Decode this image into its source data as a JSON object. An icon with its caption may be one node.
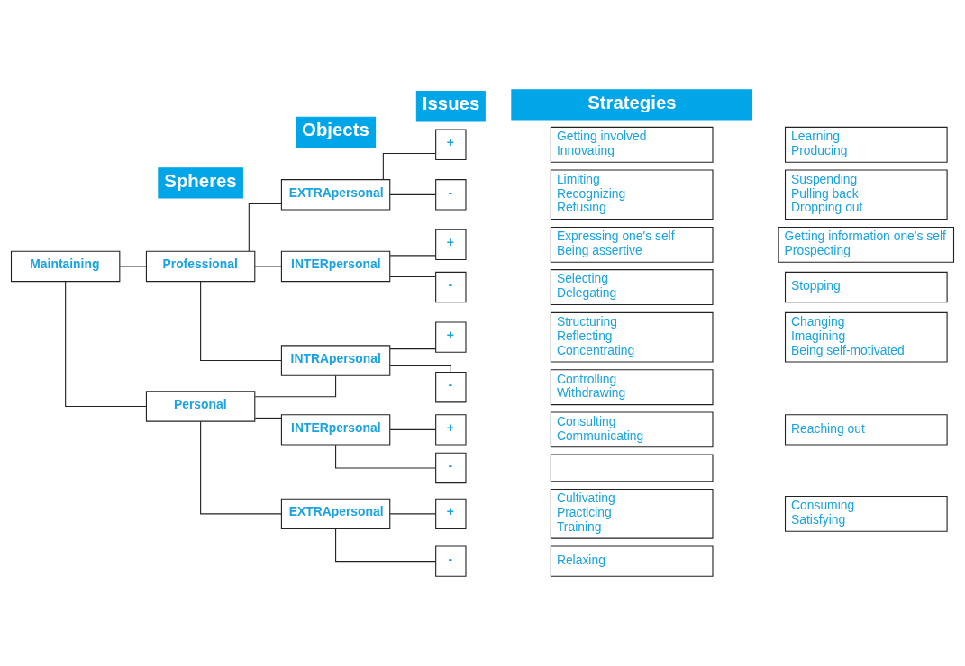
{
  "diagram": {
    "nodes": [
      {
        "text": [
          "Spheres"
        ]
      },
      {
        "text": [
          "Objects"
        ]
      },
      {
        "text": [
          "Issues"
        ]
      },
      {
        "text": [
          "Strategies"
        ]
      },
      {
        "text": [
          "Maintaining"
        ]
      },
      {
        "text": [
          "Professional"
        ]
      },
      {
        "text": [
          "Personal"
        ]
      },
      {
        "text": [
          "EXTRApersonal"
        ]
      },
      {
        "text": [
          "INTERpersonal"
        ]
      },
      {
        "text": [
          "INTRApersonal"
        ]
      },
      {
        "text": [
          "INTERpersonal"
        ]
      },
      {
        "text": [
          "EXTRApersonal"
        ]
      },
      {
        "text": [
          "+"
        ]
      },
      {
        "text": [
          "-"
        ]
      },
      {
        "text": [
          "+"
        ]
      },
      {
        "text": [
          "-"
        ]
      },
      {
        "text": [
          "+"
        ]
      },
      {
        "text": [
          "-"
        ]
      },
      {
        "text": [
          "+"
        ]
      },
      {
        "text": [
          "-"
        ]
      },
      {
        "text": [
          "+"
        ]
      },
      {
        "text": [
          "-"
        ]
      },
      {
        "text": [
          "Getting involved",
          "Innovating"
        ]
      },
      {
        "text": [
          "Learning",
          "Producing"
        ]
      },
      {
        "text": [
          "Limiting",
          "Recognizing",
          "Refusing"
        ]
      },
      {
        "text": [
          "Suspending",
          "Pulling back",
          "Dropping out"
        ]
      },
      {
        "text": [
          "Expressing one's self",
          "Being assertive"
        ]
      },
      {
        "text": [
          "Getting information one's self",
          "Prospecting"
        ]
      },
      {
        "text": [
          "Selecting",
          "Delegating"
        ]
      },
      {
        "text": [
          "Stopping"
        ]
      },
      {
        "text": [
          "Structuring",
          "Reflecting",
          "Concentrating"
        ]
      },
      {
        "text": [
          "Changing",
          "Imagining",
          "Being self-motivated"
        ]
      },
      {
        "text": [
          "Controlling",
          "Withdrawing"
        ]
      },
      {
        "text": [
          "Consulting",
          "Communicating"
        ]
      },
      {
        "text": [
          "Reaching out"
        ]
      },
      {
        "text": [],
        "shape": "box"
      },
      {
        "text": [
          "Cultivating",
          "Practicing",
          "Training"
        ]
      },
      {
        "text": [
          "Consuming",
          "Satisfying"
        ]
      },
      {
        "text": [
          "Relaxing"
        ]
      }
    ],
    "edges": [
      {
        "from": 4,
        "to": 5,
        "arrow": "none"
      },
      {
        "from": 4,
        "to": 6,
        "arrow": "none"
      },
      {
        "from": 5,
        "to": 7,
        "arrow": "none"
      },
      {
        "from": 5,
        "to": 8,
        "arrow": "none"
      },
      {
        "from": 5,
        "to": 9,
        "arrow": "none"
      },
      {
        "from": 6,
        "to": 9,
        "arrow": "none"
      },
      {
        "from": 6,
        "to": 10,
        "arrow": "none"
      },
      {
        "from": 6,
        "to": 11,
        "arrow": "none"
      },
      {
        "from": 7,
        "to": 12,
        "arrow": "none"
      },
      {
        "from": 7,
        "to": 13,
        "arrow": "none"
      },
      {
        "from": 8,
        "to": 14,
        "arrow": "none"
      },
      {
        "from": 8,
        "to": 15,
        "arrow": "none"
      },
      {
        "from": 9,
        "to": 16,
        "arrow": "none"
      },
      {
        "from": 9,
        "to": 17,
        "arrow": "none"
      },
      {
        "from": 10,
        "to": 18,
        "arrow": "none"
      },
      {
        "from": 10,
        "to": 19,
        "arrow": "none"
      },
      {
        "from": 11,
        "to": 20,
        "arrow": "none"
      },
      {
        "from": 11,
        "to": 21,
        "arrow": "none"
      }
    ]
  }
}
